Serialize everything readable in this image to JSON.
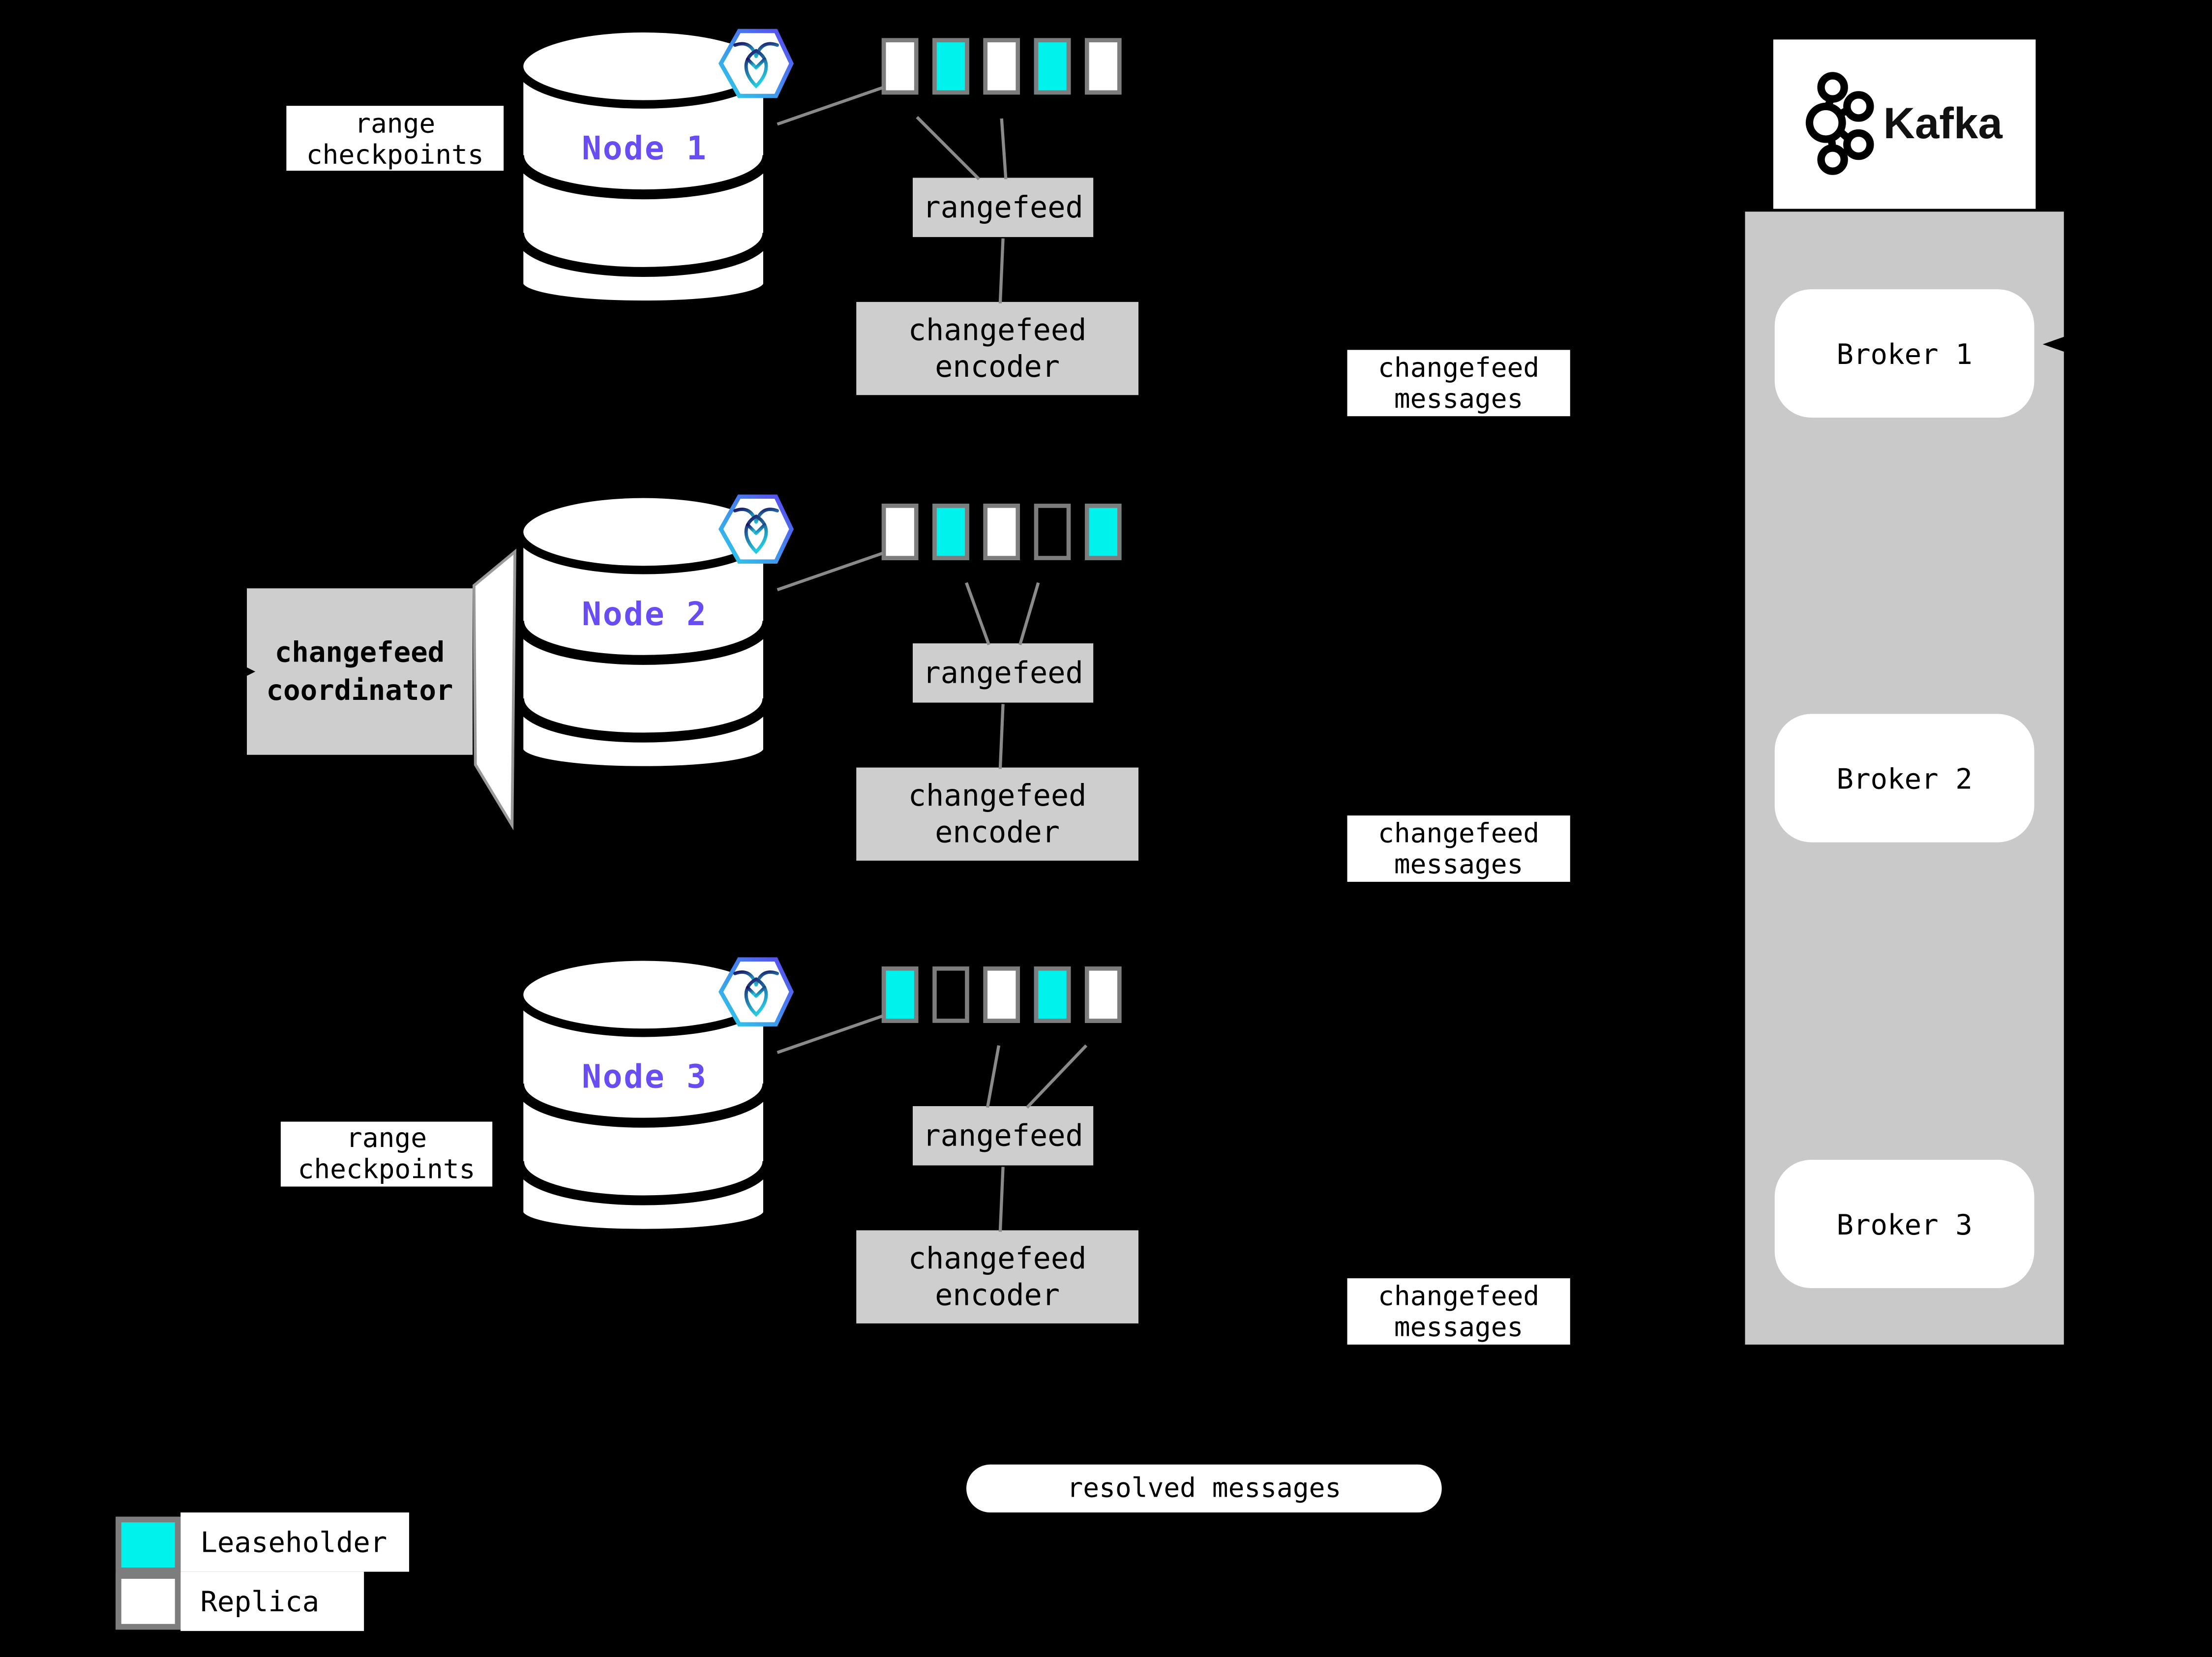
{
  "colors": {
    "background": "#000000",
    "leaseholder_cyan": "#00F2EC",
    "replica_white": "#FFFFFF",
    "panel_gray": "#CECECE",
    "border_gray": "#7D7D7D",
    "line_gray": "#8A8A8A",
    "node_text_purple": "#6A4DF2"
  },
  "icons": {
    "cockroachdb": "cockroachdb-icon",
    "kafka": "kafka-icon",
    "arrowhead": "arrowhead-icon"
  },
  "labels": {
    "range_checkpoints": "range checkpoints",
    "changefeed_coordinator": "changefeed coordinator",
    "resolved_messages": "resolved messages"
  },
  "nodes": [
    {
      "label": "Node 1",
      "rangefeed_label": "rangefeed",
      "encoder_label": "changefeed encoder",
      "messages_label": "changefeed messages",
      "ranges": [
        "replica",
        "leaseholder",
        "replica",
        "leaseholder",
        "replica"
      ]
    },
    {
      "label": "Node 2",
      "rangefeed_label": "rangefeed",
      "encoder_label": "changefeed encoder",
      "messages_label": "changefeed messages",
      "ranges": [
        "replica",
        "leaseholder",
        "replica",
        "empty",
        "leaseholder"
      ]
    },
    {
      "label": "Node 3",
      "rangefeed_label": "rangefeed",
      "encoder_label": "changefeed encoder",
      "messages_label": "changefeed messages",
      "ranges": [
        "leaseholder",
        "empty",
        "replica",
        "leaseholder",
        "replica"
      ]
    }
  ],
  "kafka": {
    "title": "Kafka",
    "brokers": [
      {
        "label": "Broker 1"
      },
      {
        "label": "Broker 2"
      },
      {
        "label": "Broker 3"
      }
    ]
  },
  "legend": {
    "items": [
      {
        "label": "Leaseholder",
        "type": "leaseholder"
      },
      {
        "label": "Replica",
        "type": "replica"
      }
    ]
  }
}
